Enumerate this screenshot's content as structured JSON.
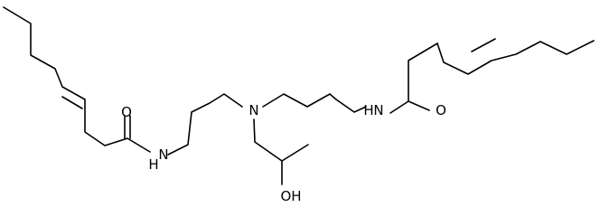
{
  "atoms": {
    "o_left": "O",
    "nh_left": "N",
    "h_left": "H",
    "n_center": "N",
    "oh": "OH",
    "nh_right": "N",
    "h_right": "H",
    "o_right": "O"
  },
  "colors": {
    "bond": "#000000",
    "background": "#ffffff"
  }
}
